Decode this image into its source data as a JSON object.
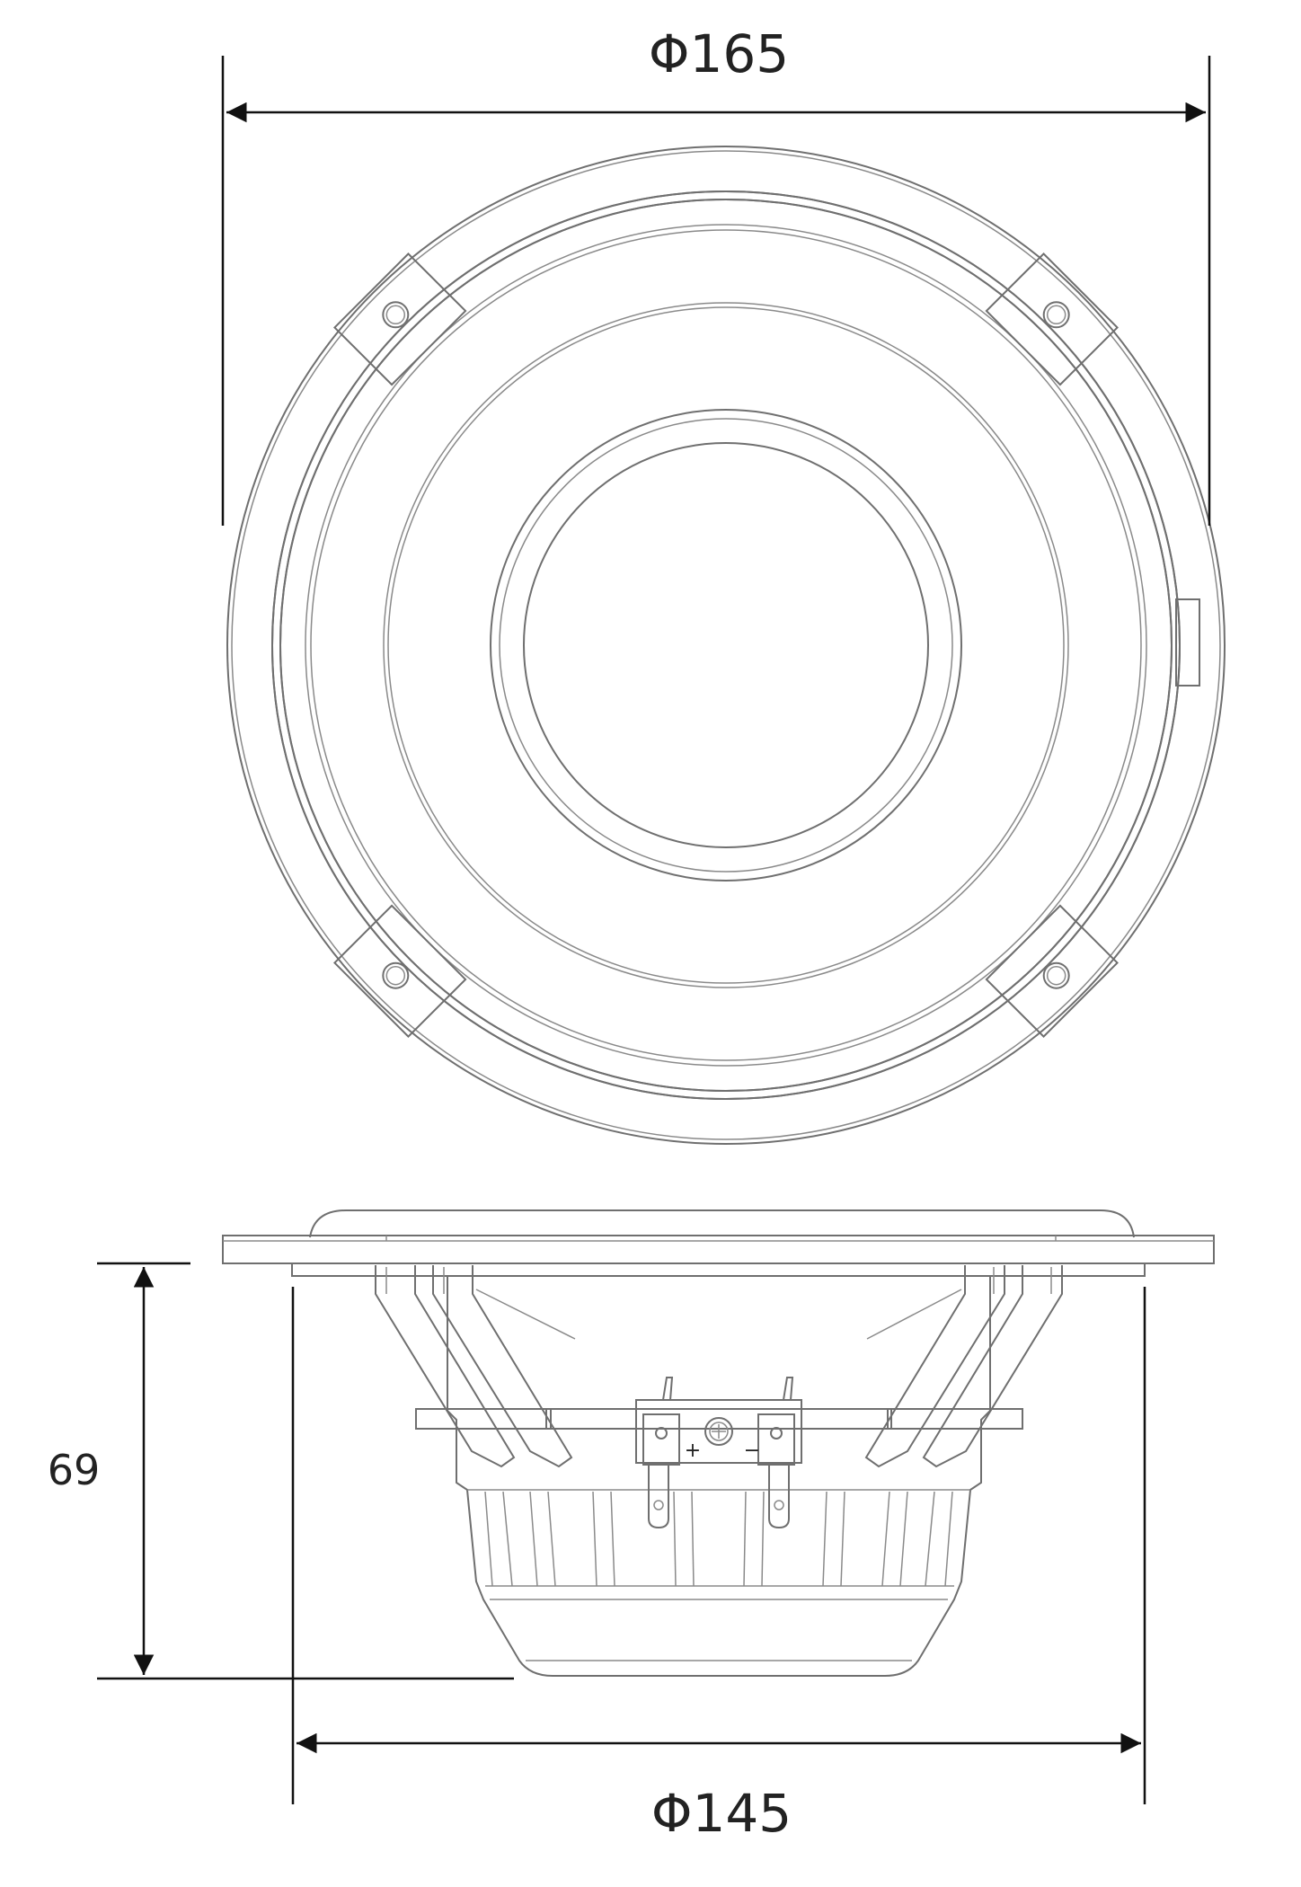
{
  "dimensions": {
    "outer_diameter": "Φ165",
    "inner_diameter": "Φ145",
    "depth": "69"
  },
  "terminals": {
    "plus": "+",
    "minus": "−"
  },
  "colors": {
    "outline": "#6f6f6f",
    "dimension": "#111111",
    "background": "#ffffff"
  }
}
